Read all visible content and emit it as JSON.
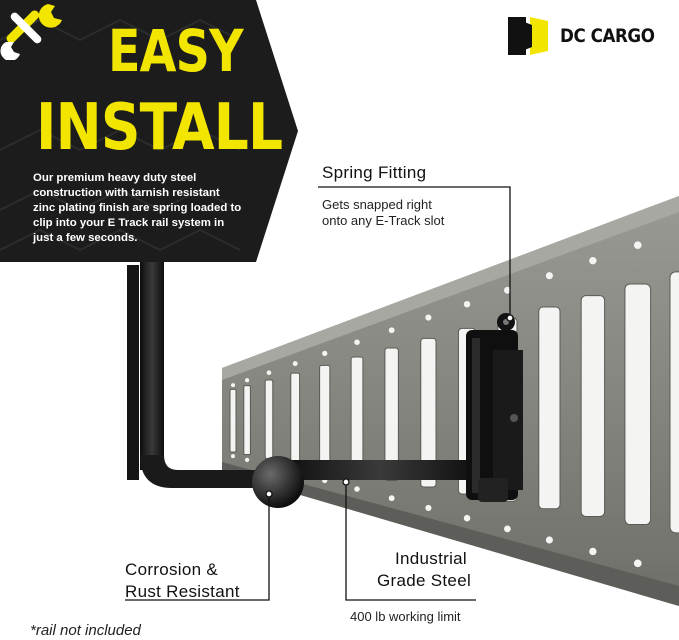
{
  "banner": {
    "headline_line1": "EASY",
    "headline_line2": "INSTALL",
    "description": "Our premium heavy duty steel construction with tarnish resistant zinc plating finish are spring loaded to clip into your E Track rail system in just a few seconds."
  },
  "brand": {
    "name": "DC CARGO"
  },
  "callouts": {
    "spring_fitting": {
      "title": "Spring Fitting",
      "subtitle_line1": "Gets snapped right",
      "subtitle_line2": "onto any E-Track slot"
    },
    "corrosion": {
      "title_line1": "Corrosion &",
      "title_line2": "Rust Resistant"
    },
    "steel": {
      "title_line1": "Industrial",
      "title_line2": "Grade Steel",
      "subtitle": "400 lb working limit"
    }
  },
  "footnote": "*rail not included",
  "colors": {
    "accent_yellow": "#f2e600",
    "banner_dark": "#1c1c1c",
    "rail_gray": "#8a8a85",
    "hook_black": "#151515"
  },
  "icons": [
    "wrench-icon",
    "brand-logo-icon"
  ]
}
